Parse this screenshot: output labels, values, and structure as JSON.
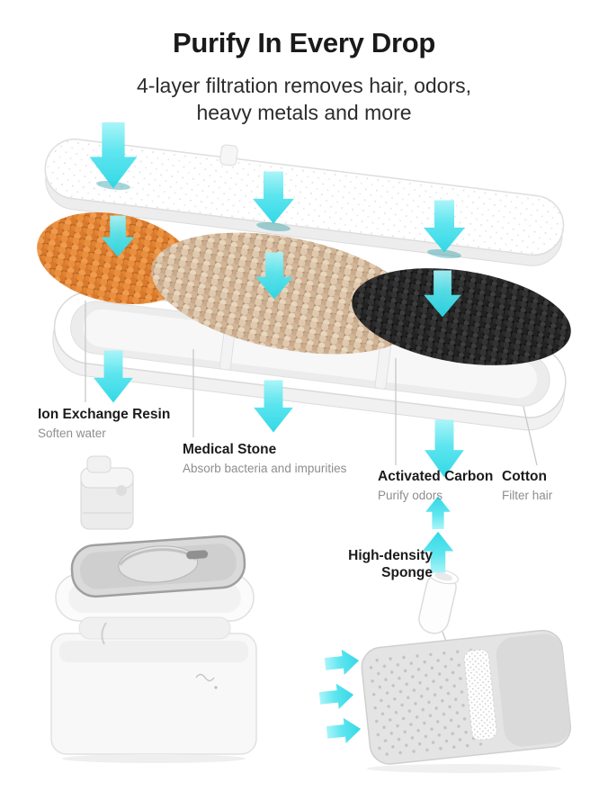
{
  "header": {
    "title": "Purify In Every Drop",
    "subtitle_line1": "4-layer filtration removes hair, odors,",
    "subtitle_line2": "heavy metals and more"
  },
  "filter_layers": [
    {
      "name": "Ion Exchange Resin",
      "description": "Soften water"
    },
    {
      "name": "Medical Stone",
      "description": "Absorb bacteria and impurities"
    },
    {
      "name": "Activated Carbon",
      "description": "Purify odors"
    },
    {
      "name": "Cotton",
      "description": "Filter hair"
    }
  ],
  "pump_label": {
    "line1": "High-density",
    "line2": "Sponge"
  },
  "colors": {
    "accent_cyan": "#3BDDE9",
    "resin_orange": "#E08A38",
    "stone_tan": "#D8BFA4",
    "carbon_black": "#1E1E1E",
    "text_dark": "#1A1A1A",
    "text_gray": "#8E8E8E"
  }
}
